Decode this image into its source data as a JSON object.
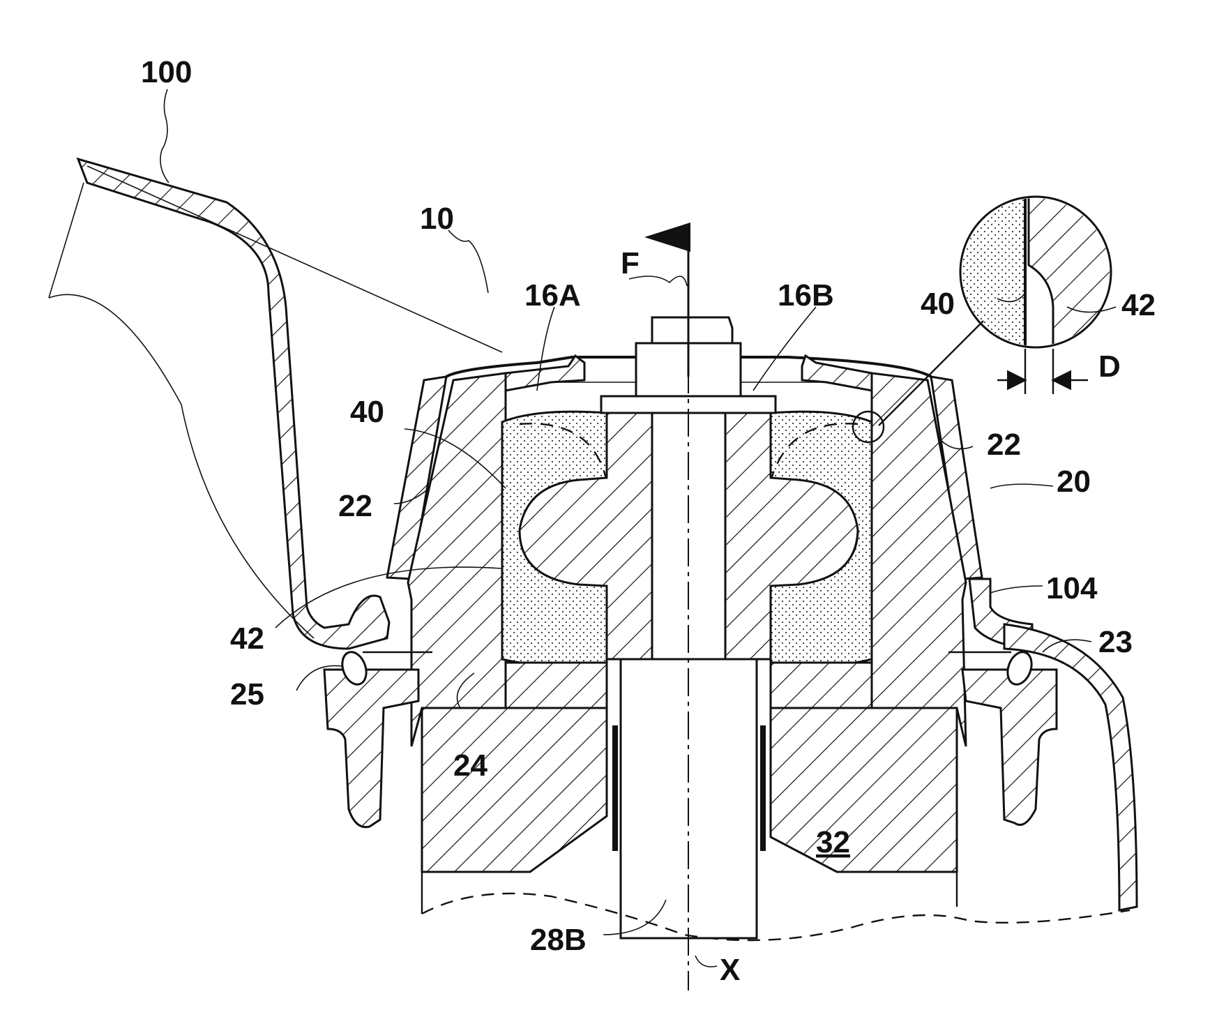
{
  "labels": {
    "assembly": "10",
    "bracket": "100",
    "force": "F",
    "pad_a": "16A",
    "pad_b": "16B",
    "surface_40_left": "40",
    "surface_40_detail": "40",
    "surface_42_left": "42",
    "surface_42_detail": "42",
    "gap": "D",
    "cup_left": "22",
    "cup_right": "22",
    "body": "20",
    "flange": "104",
    "hose": "23",
    "seal": "25",
    "housing": "24",
    "rod": "28B",
    "cylinder": "32",
    "axis": "X"
  }
}
